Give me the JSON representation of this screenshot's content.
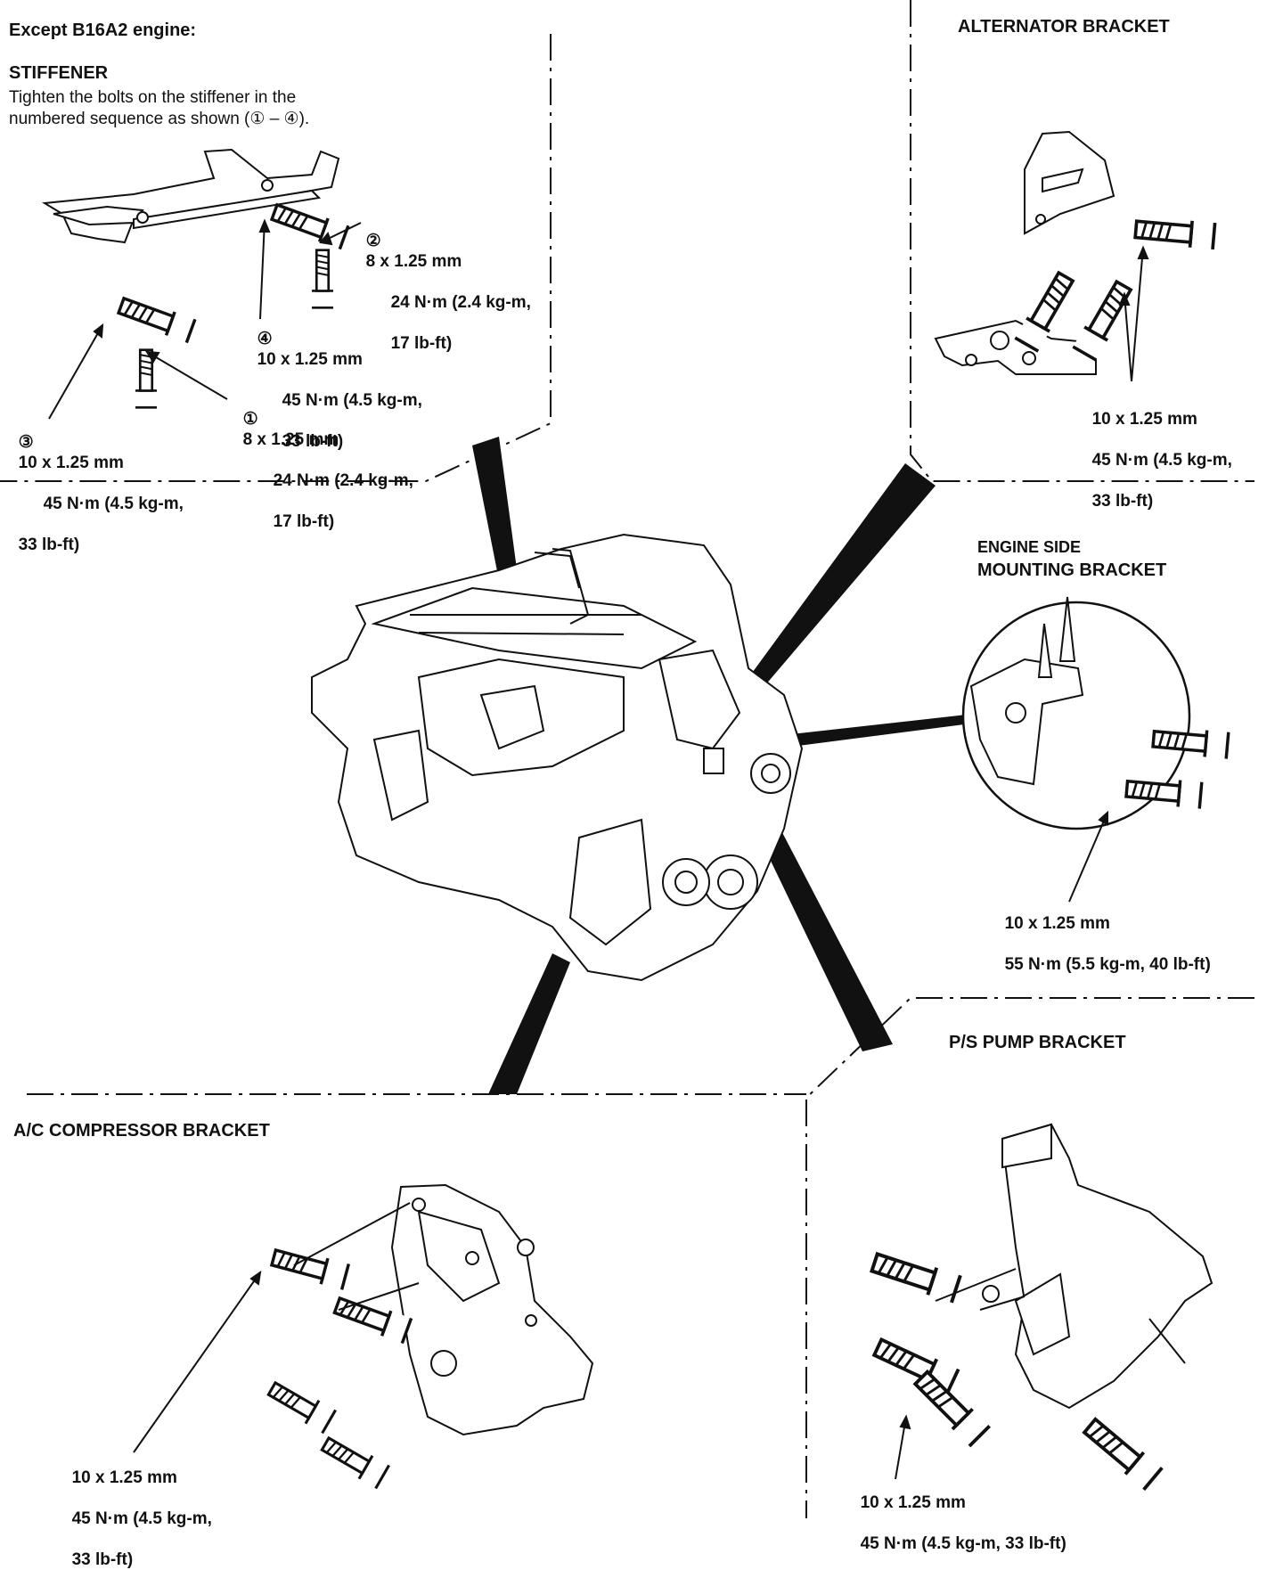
{
  "stiffener": {
    "heading": "Except B16A2 engine:",
    "title": "STIFFENER",
    "instruction_line1": "Tighten the bolts on the stiffener in the",
    "instruction_line2": "numbered sequence as shown (① – ④).",
    "callouts": [
      {
        "num": "①",
        "size": "8 x 1.25 mm",
        "torque1": "24 N·m (2.4 kg-m,",
        "torque2": "17 lb-ft)"
      },
      {
        "num": "②",
        "size": "8 x 1.25 mm",
        "torque1": "24 N·m (2.4 kg-m,",
        "torque2": "17 lb-ft)"
      },
      {
        "num": "③",
        "size": "10 x 1.25 mm",
        "torque1": "45 N·m (4.5 kg-m,",
        "torque2": "33 lb-ft)"
      },
      {
        "num": "④",
        "size": "10 x 1.25 mm",
        "torque1": "45 N·m (4.5 kg-m,",
        "torque2": "33 lb-ft)"
      }
    ]
  },
  "alternator": {
    "title": "ALTERNATOR BRACKET",
    "size": "10 x 1.25 mm",
    "torque1": "45 N·m (4.5 kg-m,",
    "torque2": "33 lb-ft)"
  },
  "engine_side": {
    "title1": "ENGINE SIDE",
    "title2": "MOUNTING BRACKET",
    "size": "10 x 1.25 mm",
    "torque": "55 N·m (5.5 kg-m, 40 lb-ft)"
  },
  "ps_pump": {
    "title": "P/S PUMP BRACKET",
    "size": "10 x 1.25 mm",
    "torque": "45 N·m (4.5 kg-m, 33 lb-ft)"
  },
  "ac_compressor": {
    "title": "A/C COMPRESSOR BRACKET",
    "size": "10 x 1.25 mm",
    "torque1": "45 N·m (4.5 kg-m,",
    "torque2": "33 lb-ft)"
  }
}
